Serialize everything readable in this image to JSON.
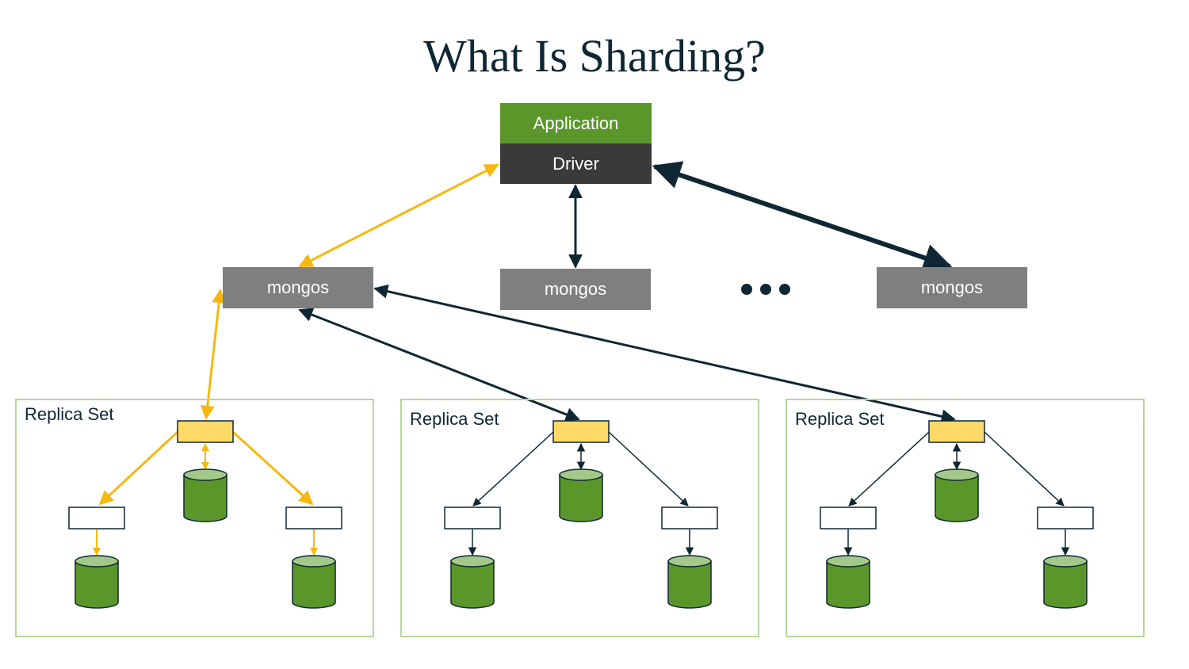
{
  "title": "What Is Sharding?",
  "application": {
    "label": "Application",
    "color": "#5b962b"
  },
  "driver": {
    "label": "Driver",
    "color": "#3a3a3a"
  },
  "mongos": [
    {
      "label": "mongos"
    },
    {
      "label": "mongos"
    },
    {
      "label": "mongos"
    }
  ],
  "mongos_color": "#7f7f7f",
  "replica_sets": [
    {
      "label": "Replica Set"
    },
    {
      "label": "Replica Set"
    },
    {
      "label": "Replica Set"
    }
  ],
  "colors": {
    "active_path": "#f6b80f",
    "link": "#0f2733",
    "primary_node": "#ffd966",
    "db_fill": "#5b962b",
    "db_top": "#a3c98a",
    "replica_frame": "#b6d69a"
  },
  "icons": [
    "database-icon",
    "ellipsis-icon"
  ]
}
